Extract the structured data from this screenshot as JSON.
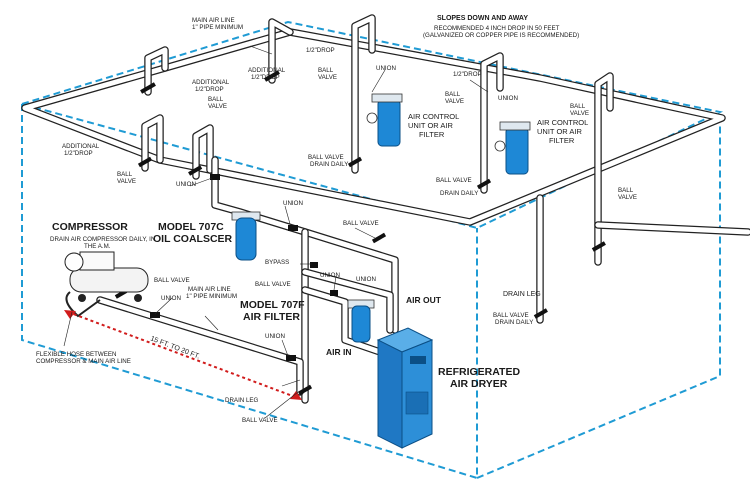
{
  "labels": {
    "main_air_line_top": "MAIN AIR LINE",
    "pipe_min_top": "1\" PIPE MINIMUM",
    "slopes": "SLOPES DOWN AND AWAY",
    "recommended_1": "RECOMMENDED 4 INCH DROP IN 50 FEET",
    "recommended_2": "(GALVANIZED OR COPPER PIPE IS RECOMMENDED)",
    "half_drop_a": "1/2\"DROP",
    "half_drop_b": "1/2\"DROP",
    "union_a": "UNION",
    "union_b": "UNION",
    "union_c": "UNION",
    "union_d": "UNION",
    "union_e": "UNION",
    "union_f": "UNION",
    "union_g": "UNION",
    "ball_valve_a": "BALL",
    "ball_valve_a2": "VALVE",
    "ball_valve_b": "BALL",
    "ball_valve_b2": "VALVE",
    "ball_valve_c": "BALL",
    "ball_valve_c2": "VALVE",
    "ball_valve_d": "BALL",
    "ball_valve_d2": "VALVE",
    "ball_valve_e": "BALL",
    "ball_valve_e2": "VALVE",
    "ball_valve_f": "BALL",
    "ball_valve_f2": "VALVE",
    "additional_1a": "ADDITIONAL",
    "additional_1b": "1/2\"DROP",
    "additional_2a": "ADDITIONAL",
    "additional_2b": "1/2\"DROP",
    "additional_3a": "ADDITIONAL",
    "additional_3b": "1/2\"DROP",
    "acu_left_1": "AIR CONTROL",
    "acu_left_2": "UNIT OR AIR",
    "acu_left_3": "FILTER",
    "acu_right_1": "AIR CONTROL",
    "acu_right_2": "UNIT OR AIR",
    "acu_right_3": "FILTER",
    "ball_valve_drain_1": "BALL VALVE",
    "ball_valve_drain_2": "DRAIN DAILY",
    "ball_valve_mid_1": "BALL VALVE",
    "drain_daily_mid": "DRAIN DAILY",
    "ball_valve_right_1": "BALL VALVE",
    "drain_daily_right": "DRAIN DAILY",
    "compressor": "COMPRESSOR",
    "compressor_note_1": "DRAIN AIR COMPRESSOR DAILY, IN",
    "compressor_note_2": "THE A.M.",
    "model_707c_1": "MODEL 707C",
    "model_707c_2": "OIL COALSCER",
    "union_top": "UNION",
    "ball_valve_top": "BALL VALVE",
    "bypass": "BYPASS",
    "ball_valve_bypass": "BALL VALVE",
    "union_bypass": "UNION",
    "ball_valve_comp_1": "BALL VALVE",
    "main_air_line_low_1": "MAIN AIR LINE",
    "main_air_line_low_2": "1\" PIPE MINIMUM",
    "union_low": "UNION",
    "model_707f_1": "MODEL 707F",
    "model_707f_2": "AIR FILTER",
    "air_out": "AIR OUT",
    "air_in": "AIR IN",
    "union_low2": "UNION",
    "dryer_1": "REFRIGERATED",
    "dryer_2": "AIR DRYER",
    "drain_leg_right": "DRAIN LEG",
    "drain_leg_left": "DRAIN LEG",
    "ball_valve_low": "BALL VALVE",
    "distance": "15 FT. TO 20 FT.",
    "flex_1": "FLEXIBLE HOSE BETWEEN",
    "flex_2": "COMPRESSOR & MAIN AIR LINE"
  },
  "colors": {
    "room_outline": "#1f9bd4",
    "filter_body": "#1e88d6",
    "dryer_body": "#2d8fd8",
    "distance_arrow": "#d11c1c",
    "pipe_outline": "#222222"
  }
}
